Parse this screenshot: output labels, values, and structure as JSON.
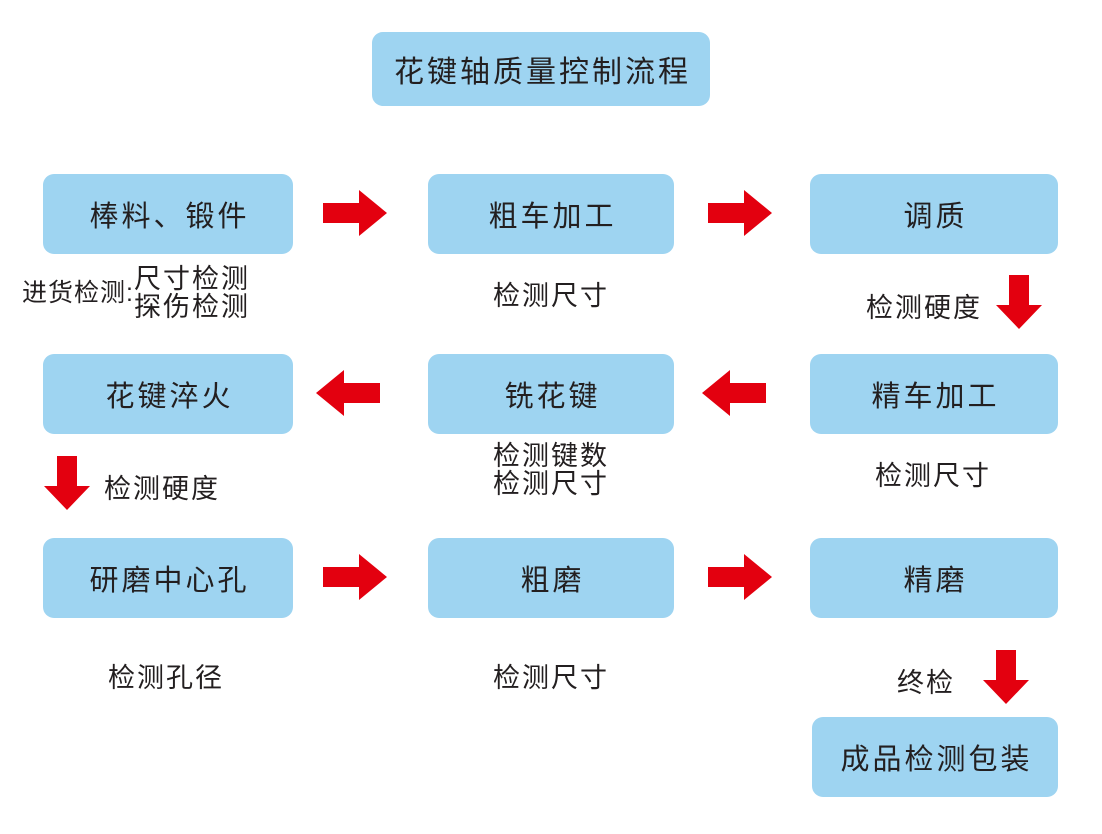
{
  "diagram": {
    "title": "花键轴质量控制流程",
    "accent_box_color": "#9ED4F1",
    "arrow_color": "#E3000F",
    "text_color": "#231f20"
  },
  "nodes": {
    "n1": "棒料、锻件",
    "n2": "粗车加工",
    "n3": "调质",
    "n4": "花键淬火",
    "n5": "铣花键",
    "n6": "精车加工",
    "n7": "研磨中心孔",
    "n8": "粗磨",
    "n9": "精磨",
    "n10": "成品检测包装"
  },
  "captions": {
    "c1_prefix": "进货检测:",
    "c1_line1": "尺寸检测",
    "c1_line2": "探伤检测",
    "c2": "检测尺寸",
    "c3": "检测硬度",
    "c4": "检测硬度",
    "c5_line1": "检测键数",
    "c5_line2": "检测尺寸",
    "c6": "检测尺寸",
    "c7": "检测孔径",
    "c8": "检测尺寸",
    "c9": "终检"
  },
  "arrows": {
    "a1": "arrow-right-icon",
    "a2": "arrow-right-icon",
    "a3": "arrow-down-icon",
    "a4": "arrow-left-icon",
    "a5": "arrow-left-icon",
    "a6": "arrow-down-icon",
    "a7": "arrow-right-icon",
    "a8": "arrow-right-icon",
    "a9": "arrow-down-icon"
  }
}
